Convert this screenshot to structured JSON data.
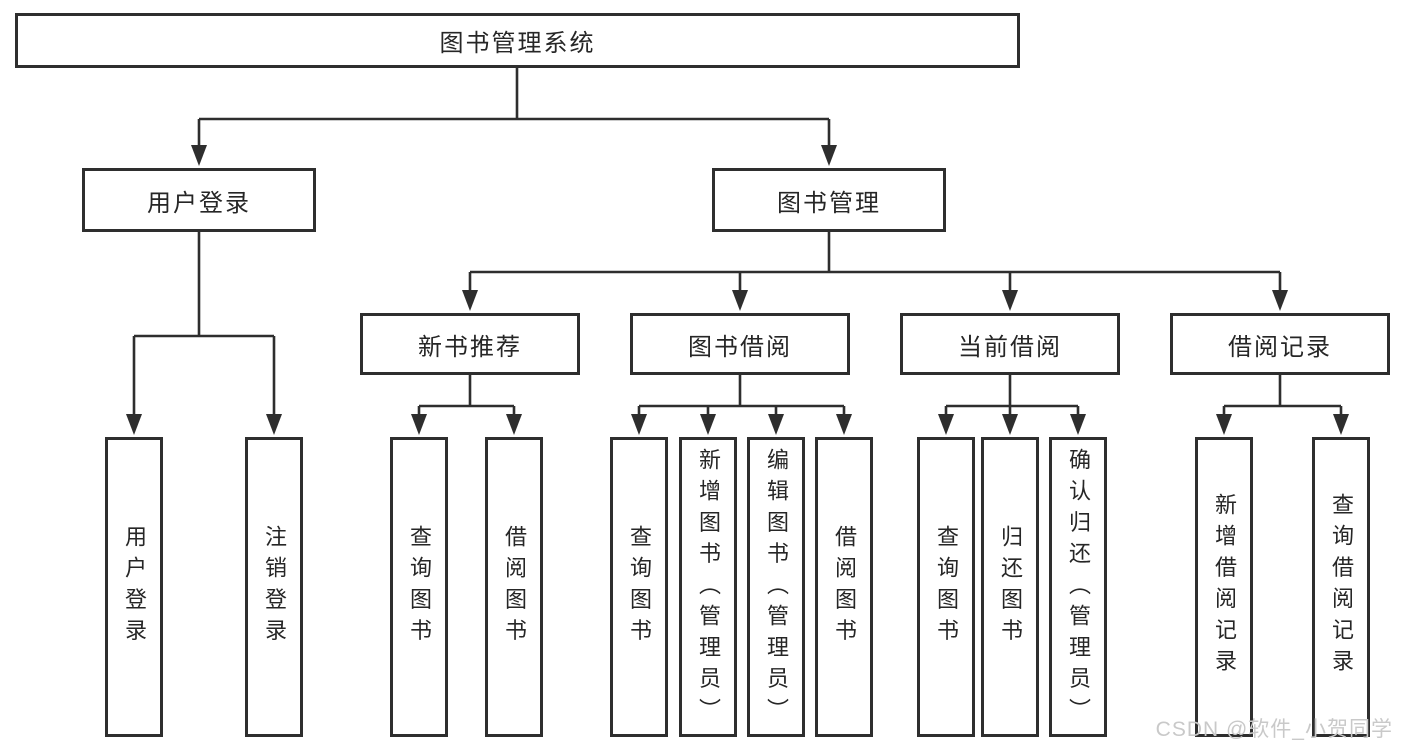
{
  "diagram": {
    "root_label": "图书管理系统",
    "branches": [
      {
        "label": "用户登录",
        "children": [
          {
            "label": "用户登录"
          },
          {
            "label": "注销登录"
          }
        ]
      },
      {
        "label": "图书管理",
        "children": [
          {
            "label": "新书推荐",
            "children": [
              {
                "label": "查询图书"
              },
              {
                "label": "借阅图书"
              }
            ]
          },
          {
            "label": "图书借阅",
            "children": [
              {
                "label": "查询图书"
              },
              {
                "label": "新增图书（管理员）"
              },
              {
                "label": "编辑图书（管理员）"
              },
              {
                "label": "借阅图书"
              }
            ]
          },
          {
            "label": "当前借阅",
            "children": [
              {
                "label": "查询图书"
              },
              {
                "label": "归还图书"
              },
              {
                "label": "确认归还（管理员）"
              }
            ]
          },
          {
            "label": "借阅记录",
            "children": [
              {
                "label": "新增借阅记录"
              },
              {
                "label": "查询借阅记录"
              }
            ]
          }
        ]
      }
    ]
  },
  "watermark": {
    "text": "CSDN @软件_小贺同学"
  },
  "colors": {
    "line": "#2e2e2e",
    "box_border": "#2e2e2e",
    "text": "#262626",
    "background": "#ffffff",
    "watermark": "#c9c9c9"
  }
}
